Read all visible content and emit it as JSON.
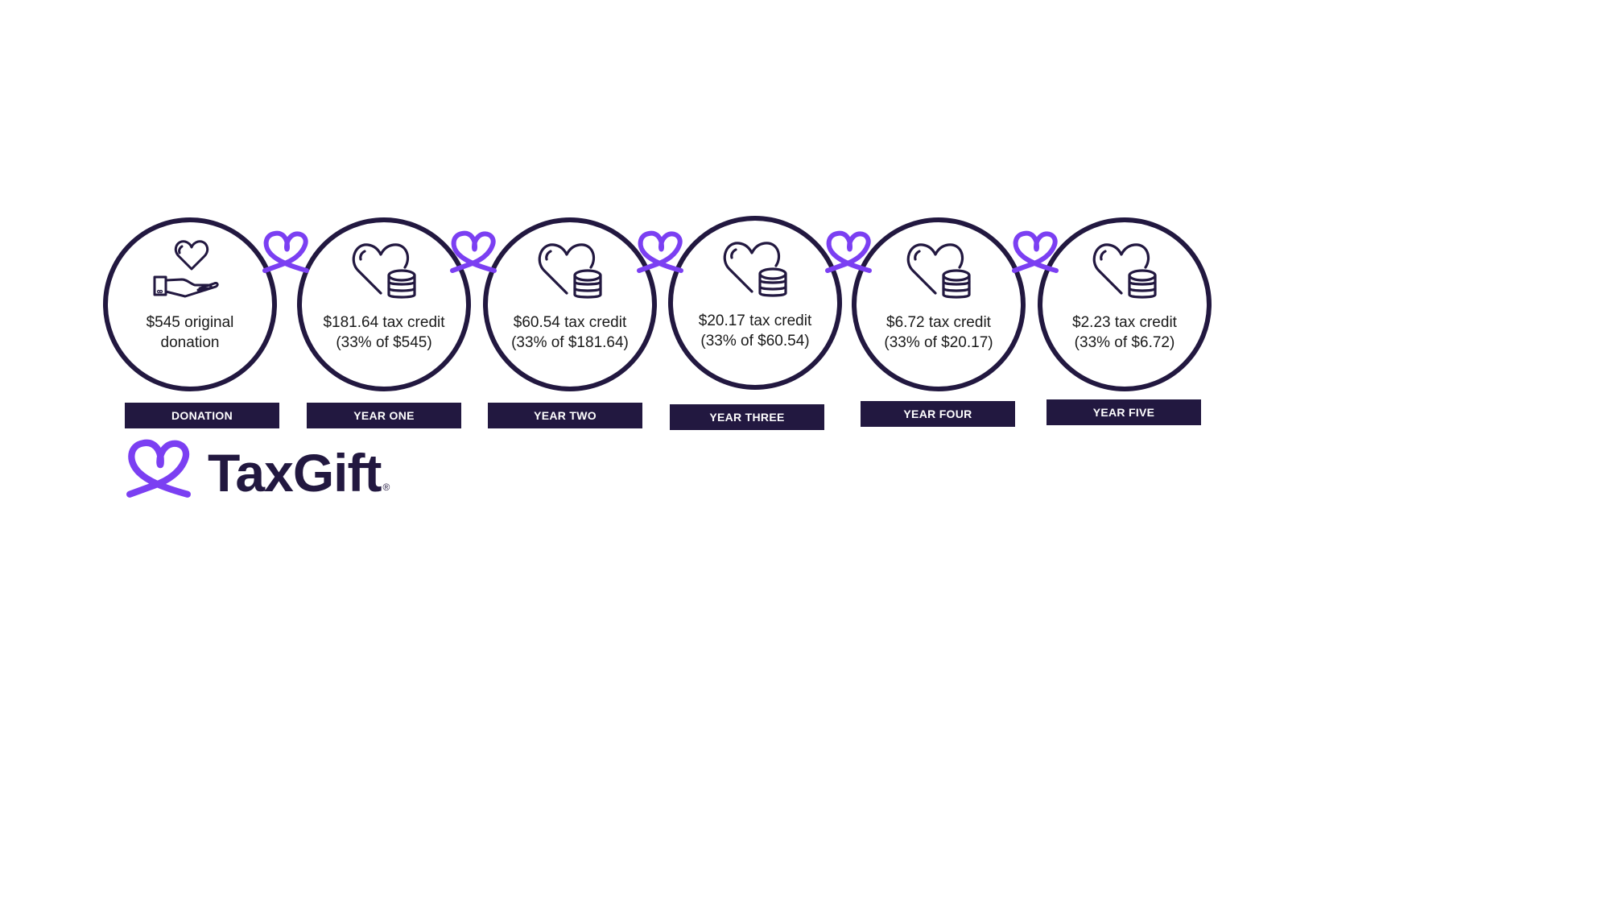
{
  "colors": {
    "navy": "#221840",
    "purple": "#7b3ff2"
  },
  "steps": [
    {
      "line1": "$545 original",
      "line2": "donation",
      "label": "DONATION",
      "icon": "heart-in-hand-icon"
    },
    {
      "line1": "$181.64 tax credit",
      "line2": "(33% of $545)",
      "label": "YEAR ONE",
      "icon": "heart-coins-icon"
    },
    {
      "line1": "$60.54 tax credit",
      "line2": "(33% of $181.64)",
      "label": "YEAR TWO",
      "icon": "heart-coins-icon"
    },
    {
      "line1": "$20.17 tax credit",
      "line2": "(33% of $60.54)",
      "label": "YEAR THREE",
      "icon": "heart-coins-icon"
    },
    {
      "line1": "$6.72 tax credit",
      "line2": "(33% of $20.17)",
      "label": "YEAR FOUR",
      "icon": "heart-coins-icon"
    },
    {
      "line1": "$2.23 tax credit",
      "line2": "(33% of $6.72)",
      "label": "YEAR FIVE",
      "icon": "heart-coins-icon"
    }
  ],
  "logo": {
    "name": "TaxGift",
    "mark": "®"
  }
}
